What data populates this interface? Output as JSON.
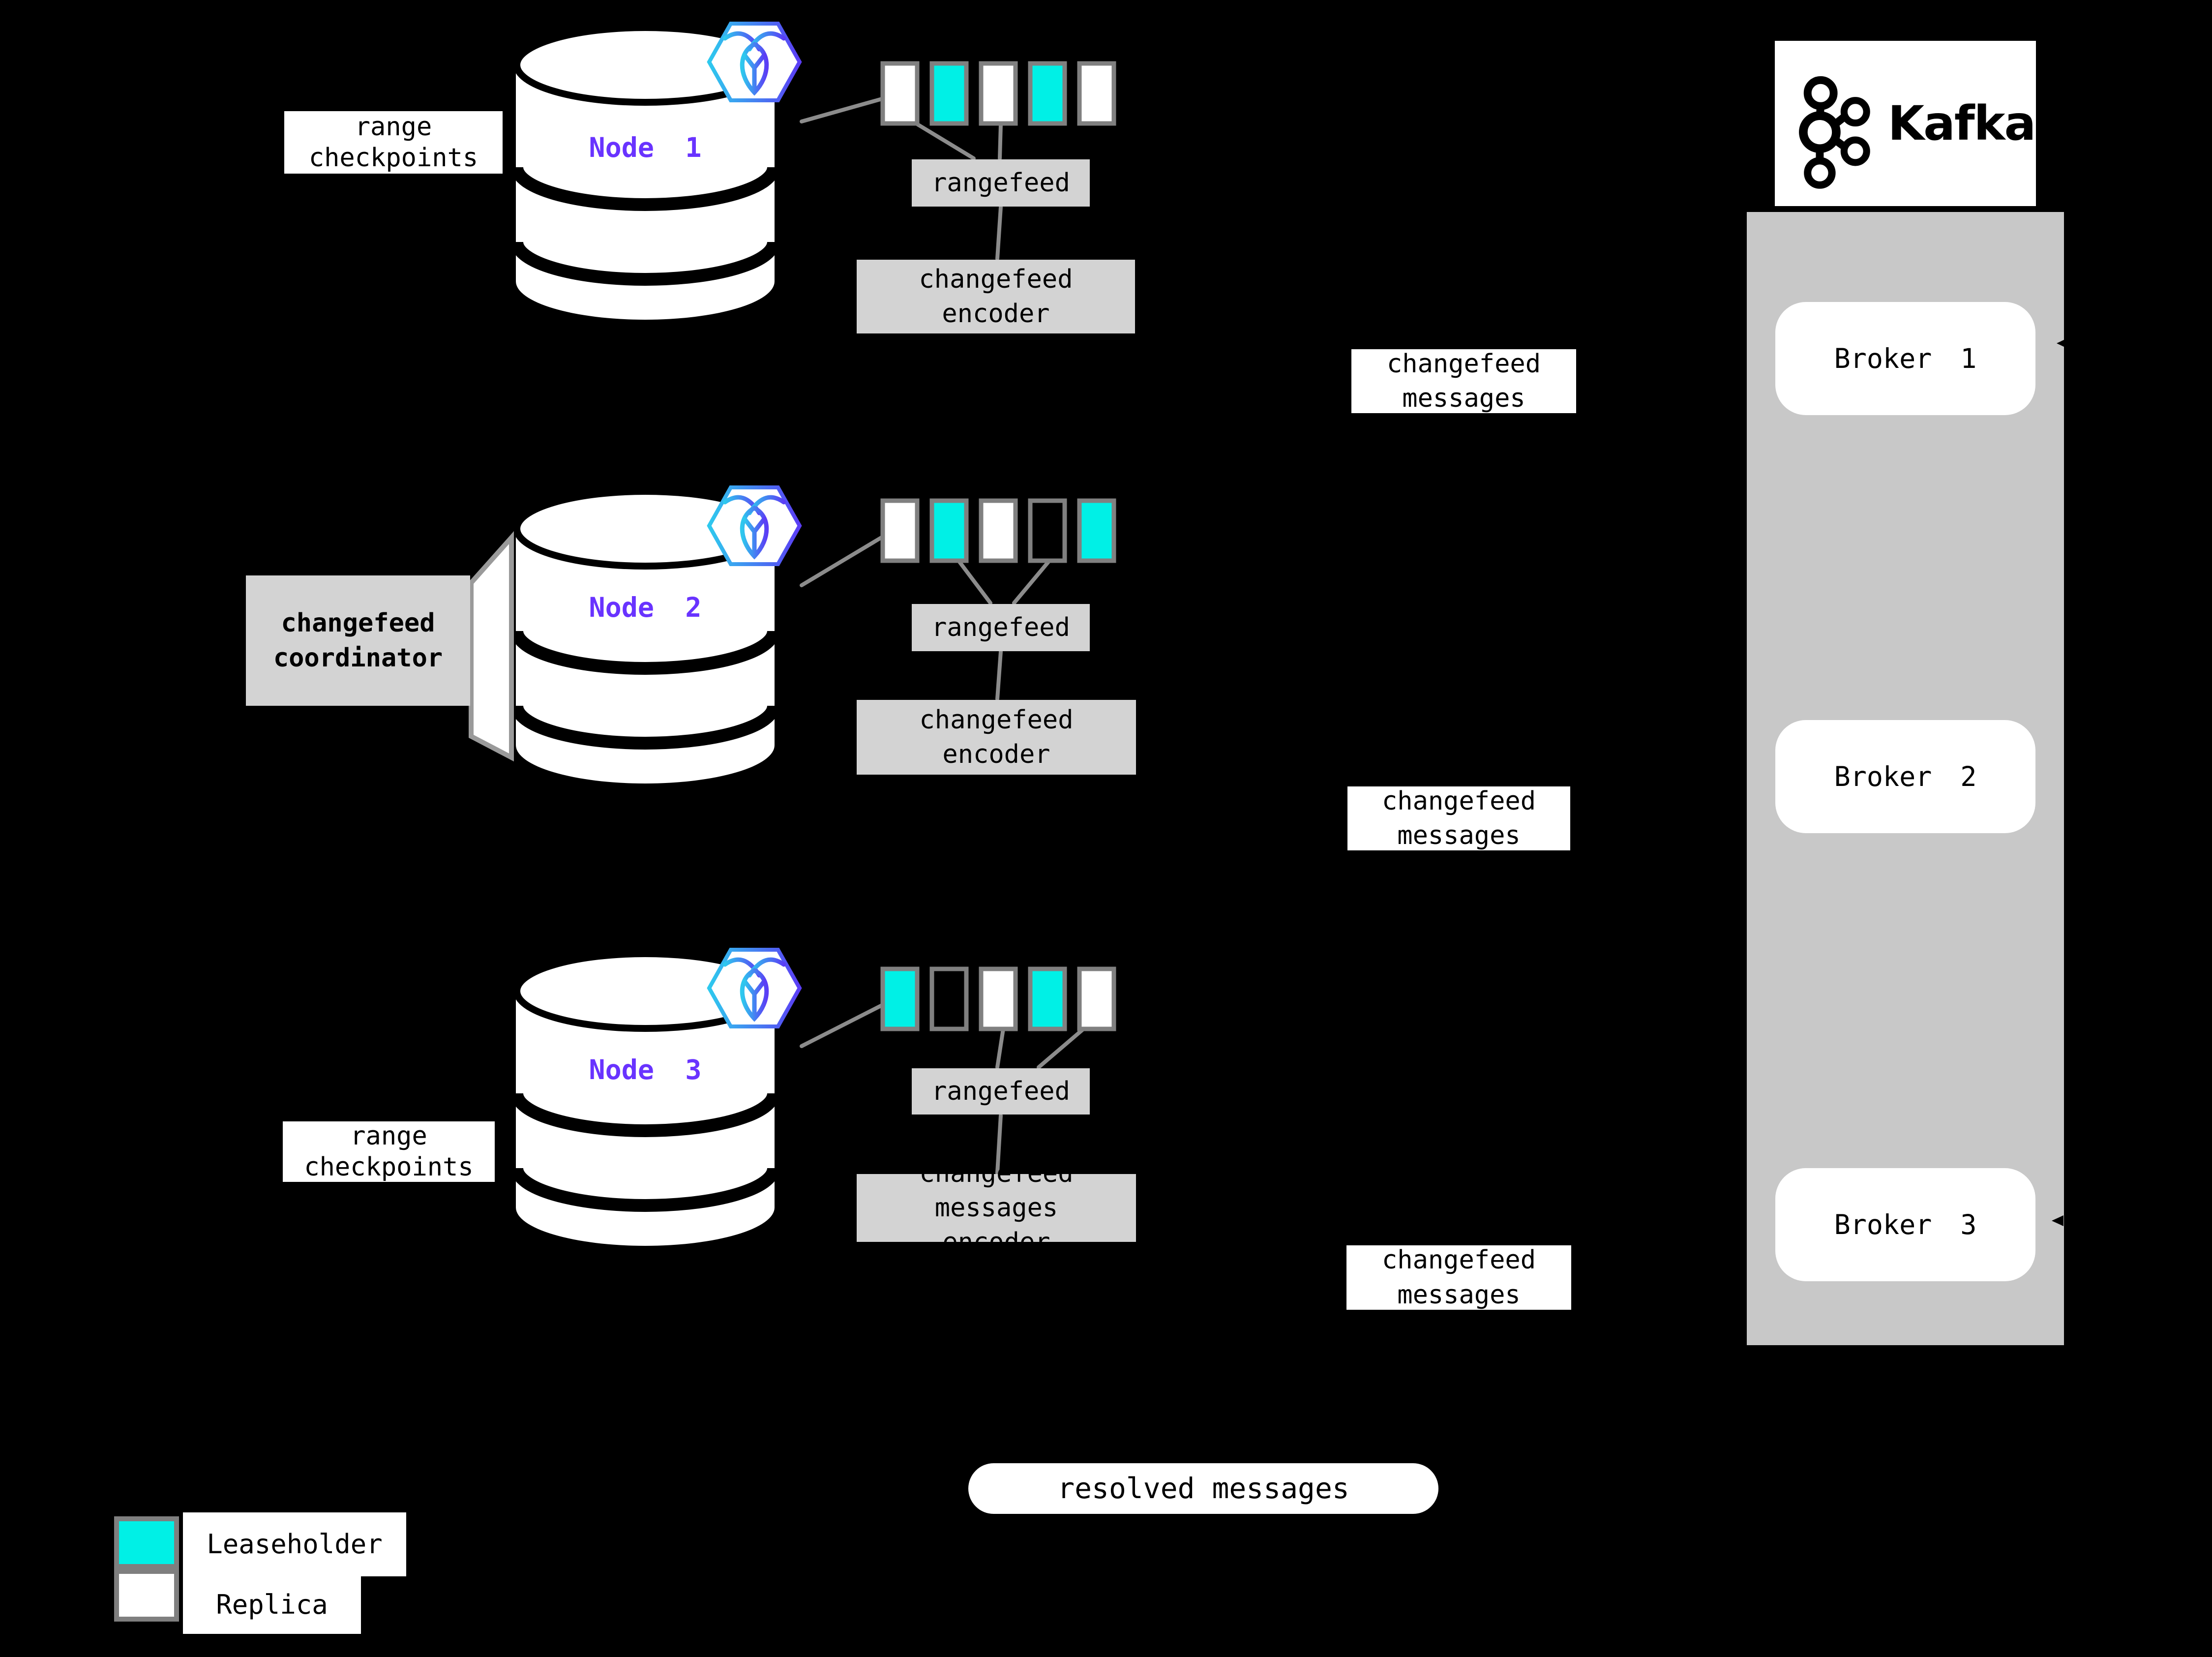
{
  "colors": {
    "leaseholder_cyan": "#00f0e6",
    "replica_white": "#ffffff",
    "empty_range": "none",
    "node_text_purple": "#6933ff",
    "label_box_gray": "#d3d3d3",
    "kafka_panel_gray": "#c8c8c8",
    "range_outline_gray": "#808080",
    "connector_gray": "#8c8c8c",
    "crdb_gradient_start": "#2ec9ee",
    "crdb_gradient_end": "#5b3df5"
  },
  "labels": {
    "rangefeed": "rangefeed",
    "changefeed": "changefeed",
    "encoder": "encoder",
    "messages": "messages"
  },
  "nodes": [
    {
      "label": "Node 1",
      "side_label_lines": [
        "range",
        "checkpoints"
      ],
      "ranges": [
        "replica",
        "leaseholder",
        "replica",
        "leaseholder",
        "replica"
      ]
    },
    {
      "label": "Node 2",
      "side_label_lines": [
        "changefeed",
        "coordinator"
      ],
      "ranges": [
        "replica",
        "leaseholder",
        "replica",
        "empty",
        "leaseholder"
      ]
    },
    {
      "label": "Node 3",
      "side_label_lines": [
        "range",
        "checkpoints"
      ],
      "ranges": [
        "leaseholder",
        "empty",
        "replica",
        "leaseholder",
        "replica"
      ]
    }
  ],
  "kafka": {
    "wordmark": "Kafka",
    "brokers": [
      "Broker 1",
      "Broker 2",
      "Broker 3"
    ]
  },
  "resolved_messages": "resolved messages",
  "legend": {
    "items": [
      {
        "label": "Leaseholder",
        "type": "leaseholder"
      },
      {
        "label": "Replica",
        "type": "replica"
      }
    ]
  }
}
